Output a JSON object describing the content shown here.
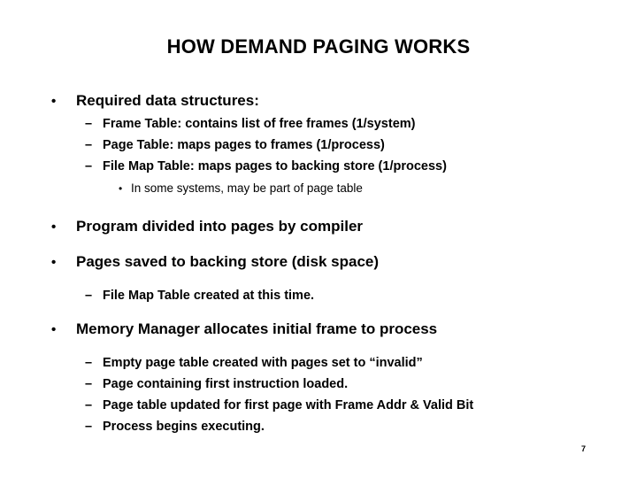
{
  "slide": {
    "title": "HOW DEMAND PAGING WORKS",
    "page_number": "7",
    "markers": {
      "level1": "•",
      "level2": "–",
      "level3": "•"
    },
    "blocks": [
      {
        "level": 1,
        "text": "Required data structures:"
      },
      {
        "level": 2,
        "text": "Frame Table: contains list of free frames (1/system)"
      },
      {
        "level": 2,
        "text": "Page Table: maps pages to frames (1/process)"
      },
      {
        "level": 2,
        "text": "File Map Table: maps pages to backing store (1/process)"
      },
      {
        "level": 3,
        "text": "In some systems, may be part of page table"
      },
      {
        "level": 1,
        "text": "Program divided into pages by compiler"
      },
      {
        "level": 1,
        "text": "Pages saved to backing store (disk space)"
      },
      {
        "level": 2,
        "text": "File Map Table created at this time."
      },
      {
        "level": 1,
        "text": "Memory Manager allocates initial frame to process"
      },
      {
        "level": 2,
        "text": "Empty page table created with pages set to “invalid”"
      },
      {
        "level": 2,
        "text": "Page containing first instruction loaded."
      },
      {
        "level": 2,
        "text": "Page table updated for first page with Frame Addr & Valid Bit"
      },
      {
        "level": 2,
        "text": "Process begins executing."
      }
    ]
  }
}
